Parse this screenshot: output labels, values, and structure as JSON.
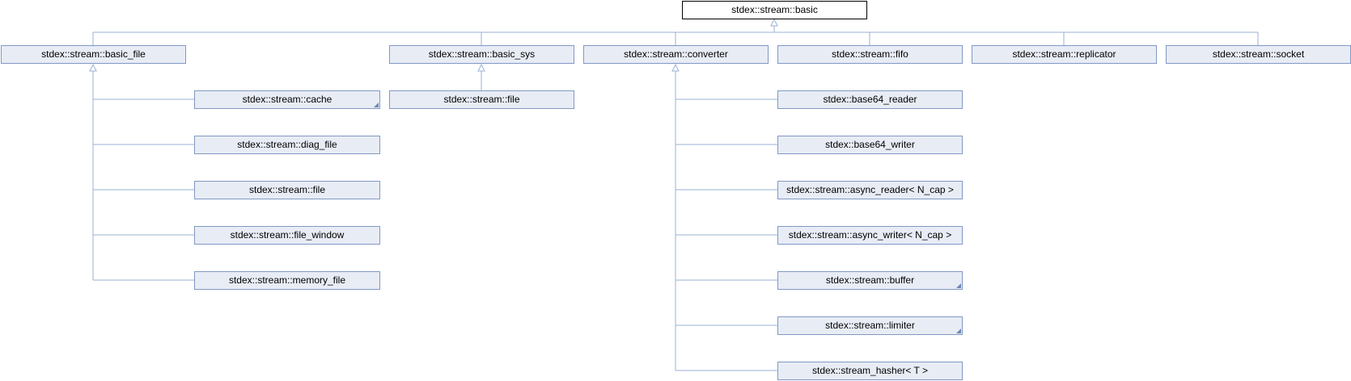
{
  "root": {
    "label": "stdex::stream::basic"
  },
  "children": [
    {
      "id": "basic_file",
      "label": "stdex::stream::basic_file"
    },
    {
      "id": "basic_sys",
      "label": "stdex::stream::basic_sys"
    },
    {
      "id": "converter",
      "label": "stdex::stream::converter"
    },
    {
      "id": "fifo",
      "label": "stdex::stream::fifo"
    },
    {
      "id": "replicator",
      "label": "stdex::stream::replicator"
    },
    {
      "id": "socket",
      "label": "stdex::stream::socket"
    }
  ],
  "basic_file_derived": [
    {
      "label": "stdex::stream::cache",
      "has_more": true
    },
    {
      "label": "stdex::stream::diag_file",
      "has_more": false
    },
    {
      "label": "stdex::stream::file",
      "has_more": false
    },
    {
      "label": "stdex::stream::file_window",
      "has_more": false
    },
    {
      "label": "stdex::stream::memory_file",
      "has_more": false
    }
  ],
  "basic_sys_derived": [
    {
      "label": "stdex::stream::file",
      "has_more": false
    }
  ],
  "converter_derived": [
    {
      "label": "stdex::base64_reader",
      "has_more": false
    },
    {
      "label": "stdex::base64_writer",
      "has_more": false
    },
    {
      "label": "stdex::stream::async_reader< N_cap >",
      "has_more": false
    },
    {
      "label": "stdex::stream::async_writer< N_cap >",
      "has_more": false
    },
    {
      "label": "stdex::stream::buffer",
      "has_more": true
    },
    {
      "label": "stdex::stream::limiter",
      "has_more": true
    },
    {
      "label": "stdex::stream_hasher< T >",
      "has_more": false
    }
  ],
  "colors": {
    "node_fill": "#e8ecf5",
    "node_border": "#8198c4",
    "edge": "#9ab2d6",
    "root_border": "#000000"
  }
}
